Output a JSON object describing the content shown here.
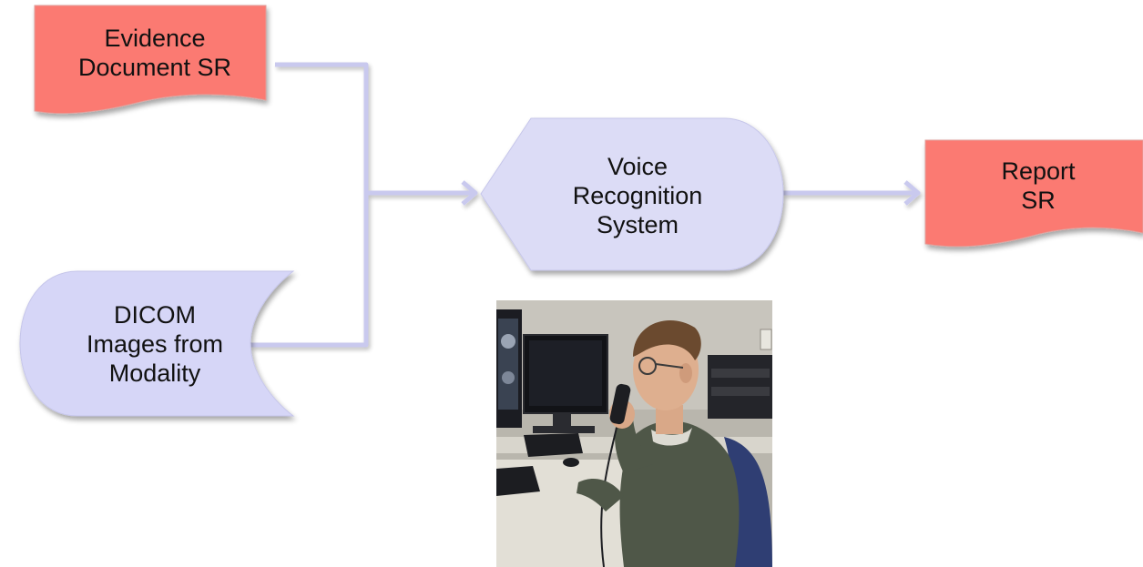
{
  "diagram": {
    "nodes": {
      "evidence_doc": {
        "label": "Evidence\nDocument SR",
        "fill": "#fb7a72"
      },
      "dicom_images": {
        "label": "DICOM\nImages from\nModality",
        "fill": "#d6d6f7"
      },
      "voice_recognition": {
        "label": "Voice\nRecognition\nSystem",
        "fill": "#dcdcf6"
      },
      "report_sr": {
        "label": "Report\nSR",
        "fill": "#fb7a72"
      }
    },
    "connector_color": "#c9c9ee",
    "photo": {
      "description_icon": "radiologist-dictation-photo"
    }
  }
}
